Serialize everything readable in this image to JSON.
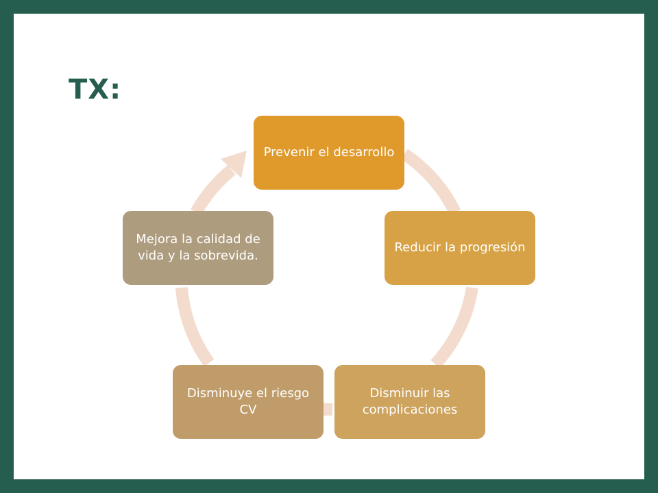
{
  "slide": {
    "title": "TX:"
  },
  "diagram": {
    "type": "cycle",
    "nodes": [
      {
        "id": "prevenir",
        "label": "Prevenir el desarrollo",
        "color": "#e09a2c"
      },
      {
        "id": "reducir",
        "label": "Reducir la progresión",
        "color": "#d7a245"
      },
      {
        "id": "disminuir-complicaciones",
        "label": "Disminuir las complicaciones",
        "color": "#cda35e"
      },
      {
        "id": "disminuye-riesgo",
        "label": "Disminuye el riesgo CV",
        "color": "#bf9c6a"
      },
      {
        "id": "mejora-calidad",
        "label": "Mejora la calidad de vida y la sobrevida.",
        "color": "#ae9c7e"
      }
    ],
    "arrow_color": "#f3dccd",
    "frame_color": "#255e4e"
  }
}
